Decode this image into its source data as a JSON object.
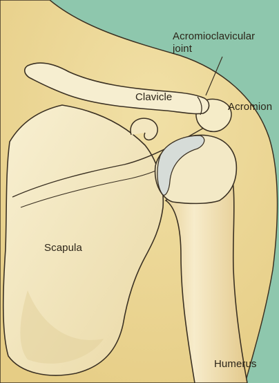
{
  "labels": {
    "ac_joint": "Acromioclavicular\njoint",
    "clavicle": "Clavicle",
    "acromion": "Acromion",
    "scapula": "Scapula",
    "humerus": "Humerus"
  },
  "colors": {
    "background": "#8ec7ad",
    "skin": "#ecd796",
    "bone": "#f5ecc8",
    "cartilage": "#d6dcd8",
    "outline": "#3a3022"
  }
}
